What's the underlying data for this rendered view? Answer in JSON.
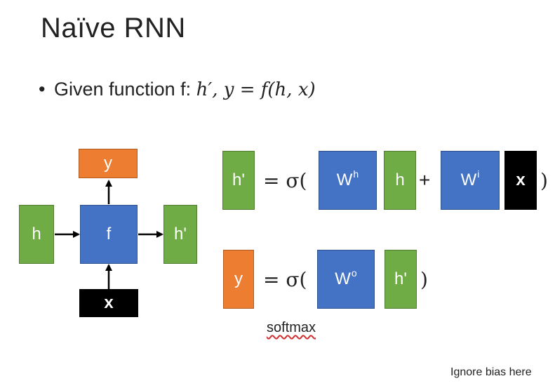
{
  "slide": {
    "title": "Naïve RNN",
    "bullet": "Given function f: ",
    "formula": "h′, y = f(h, x)",
    "note": "Ignore bias here"
  },
  "diagram": {
    "input_h": "h",
    "function": "f",
    "output_h": "h'",
    "output_y": "y",
    "input_x": "x"
  },
  "equation1": {
    "lhs": "h'",
    "equals_sigma": "= σ(",
    "weight_h": "W",
    "weight_h_sup": "h",
    "h": "h",
    "plus": "+",
    "weight_i": "W",
    "weight_i_sup": "i",
    "x": "x",
    "close": ")"
  },
  "equation2": {
    "lhs": "y",
    "equals_sigma": "= σ(",
    "weight_o": "W",
    "weight_o_sup": "o",
    "h_prime": "h'",
    "close": ")",
    "annotation": "softmax"
  },
  "colors": {
    "green": "#6fac46",
    "blue": "#4472c4",
    "orange": "#ed7d31",
    "black": "#000000"
  }
}
